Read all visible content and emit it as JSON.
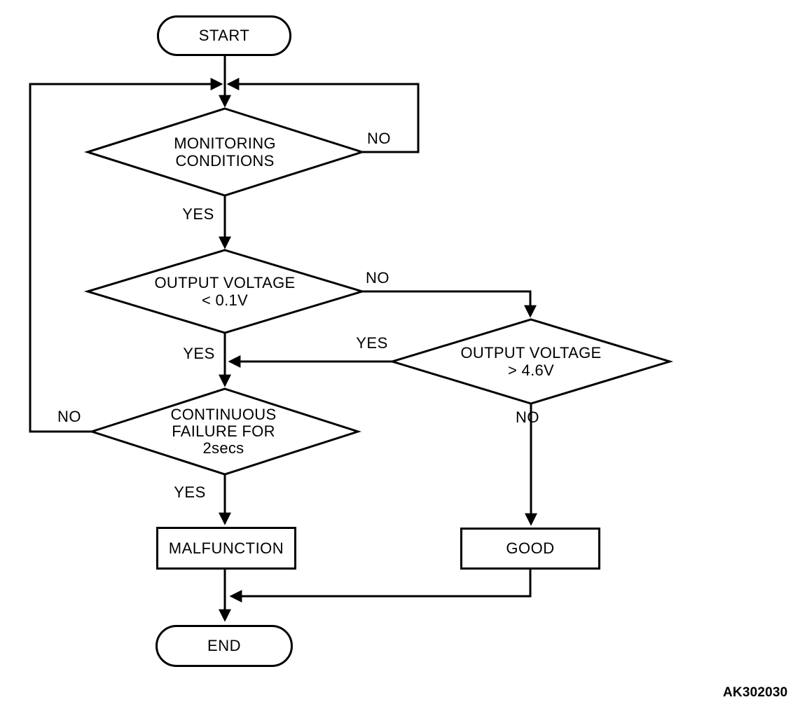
{
  "figure_code": "AK302030",
  "colors": {
    "line_color": "#000000",
    "background": "#ffffff",
    "text_color": "#000000"
  },
  "nodes": {
    "start": {
      "type": "terminator",
      "label": "START"
    },
    "monitoring_conditions": {
      "type": "decision",
      "lines": [
        "MONITORING",
        "CONDITIONS"
      ]
    },
    "output_voltage_low": {
      "type": "decision",
      "lines": [
        "OUTPUT VOLTAGE",
        "< 0.1V"
      ]
    },
    "output_voltage_high": {
      "type": "decision",
      "lines": [
        "OUTPUT VOLTAGE",
        "> 4.6V"
      ]
    },
    "continuous_failure": {
      "type": "decision",
      "lines": [
        "CONTINUOUS",
        "FAILURE FOR",
        "2secs"
      ]
    },
    "malfunction": {
      "type": "process",
      "label": "MALFUNCTION"
    },
    "good": {
      "type": "process",
      "label": "GOOD"
    },
    "end": {
      "type": "terminator",
      "label": "END"
    }
  },
  "edge_labels": {
    "monitoring_conditions_no": "NO",
    "monitoring_conditions_yes": "YES",
    "output_voltage_low_no": "NO",
    "output_voltage_low_yes": "YES",
    "output_voltage_high_yes": "YES",
    "output_voltage_high_no": "NO",
    "continuous_failure_no": "NO",
    "continuous_failure_yes": "YES"
  }
}
